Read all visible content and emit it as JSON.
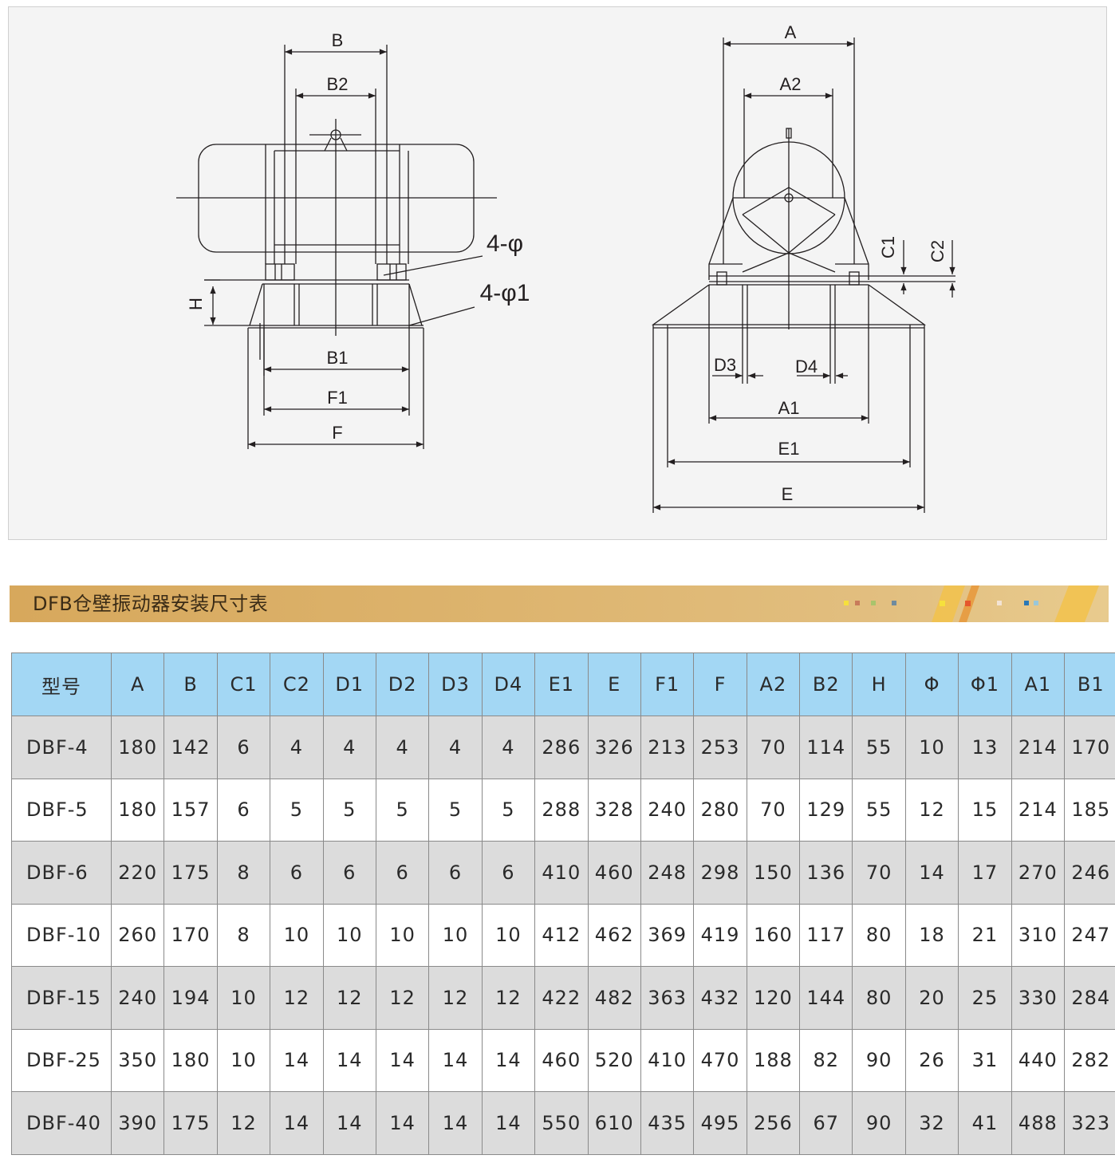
{
  "drawing": {
    "left_view_labels": {
      "B": "B",
      "B2": "B2",
      "H": "H",
      "B1": "B1",
      "F1": "F1",
      "F": "F",
      "hole_phi": "4-φ",
      "hole_phi1": "4-φ1"
    },
    "right_view_labels": {
      "A": "A",
      "A2": "A2",
      "C1": "C1",
      "C2": "C2",
      "D3": "D3",
      "D4": "D4",
      "A1": "A1",
      "E1": "E1",
      "E": "E"
    }
  },
  "section": {
    "title": "DFB仓壁振动器安装尺寸表"
  },
  "table": {
    "headers": [
      "型号",
      "A",
      "B",
      "C1",
      "C2",
      "D1",
      "D2",
      "D3",
      "D4",
      "E1",
      "E",
      "F1",
      "F",
      "A2",
      "B2",
      "H",
      "Φ",
      "Φ1",
      "A1",
      "B1"
    ],
    "rows": [
      [
        "DBF-4",
        "180",
        "142",
        "6",
        "4",
        "4",
        "4",
        "4",
        "4",
        "286",
        "326",
        "213",
        "253",
        "70",
        "114",
        "55",
        "10",
        "13",
        "214",
        "170"
      ],
      [
        "DBF-5",
        "180",
        "157",
        "6",
        "5",
        "5",
        "5",
        "5",
        "5",
        "288",
        "328",
        "240",
        "280",
        "70",
        "129",
        "55",
        "12",
        "15",
        "214",
        "185"
      ],
      [
        "DBF-6",
        "220",
        "175",
        "8",
        "6",
        "6",
        "6",
        "6",
        "6",
        "410",
        "460",
        "248",
        "298",
        "150",
        "136",
        "70",
        "14",
        "17",
        "270",
        "246"
      ],
      [
        "DBF-10",
        "260",
        "170",
        "8",
        "10",
        "10",
        "10",
        "10",
        "10",
        "412",
        "462",
        "369",
        "419",
        "160",
        "117",
        "80",
        "18",
        "21",
        "310",
        "247"
      ],
      [
        "DBF-15",
        "240",
        "194",
        "10",
        "12",
        "12",
        "12",
        "12",
        "12",
        "422",
        "482",
        "363",
        "432",
        "120",
        "144",
        "80",
        "20",
        "25",
        "330",
        "284"
      ],
      [
        "DBF-25",
        "350",
        "180",
        "10",
        "14",
        "14",
        "14",
        "14",
        "14",
        "460",
        "520",
        "410",
        "470",
        "188",
        "82",
        "90",
        "26",
        "31",
        "440",
        "282"
      ],
      [
        "DBF-40",
        "390",
        "175",
        "12",
        "14",
        "14",
        "14",
        "14",
        "14",
        "550",
        "610",
        "435",
        "495",
        "256",
        "67",
        "90",
        "32",
        "41",
        "488",
        "323"
      ]
    ]
  },
  "colors": {
    "header_bg": "#a3d7f4",
    "odd_row_bg": "#dcdcdc",
    "title_bar": "#d7a85c",
    "drawing_bg": "#f4f4f4"
  }
}
